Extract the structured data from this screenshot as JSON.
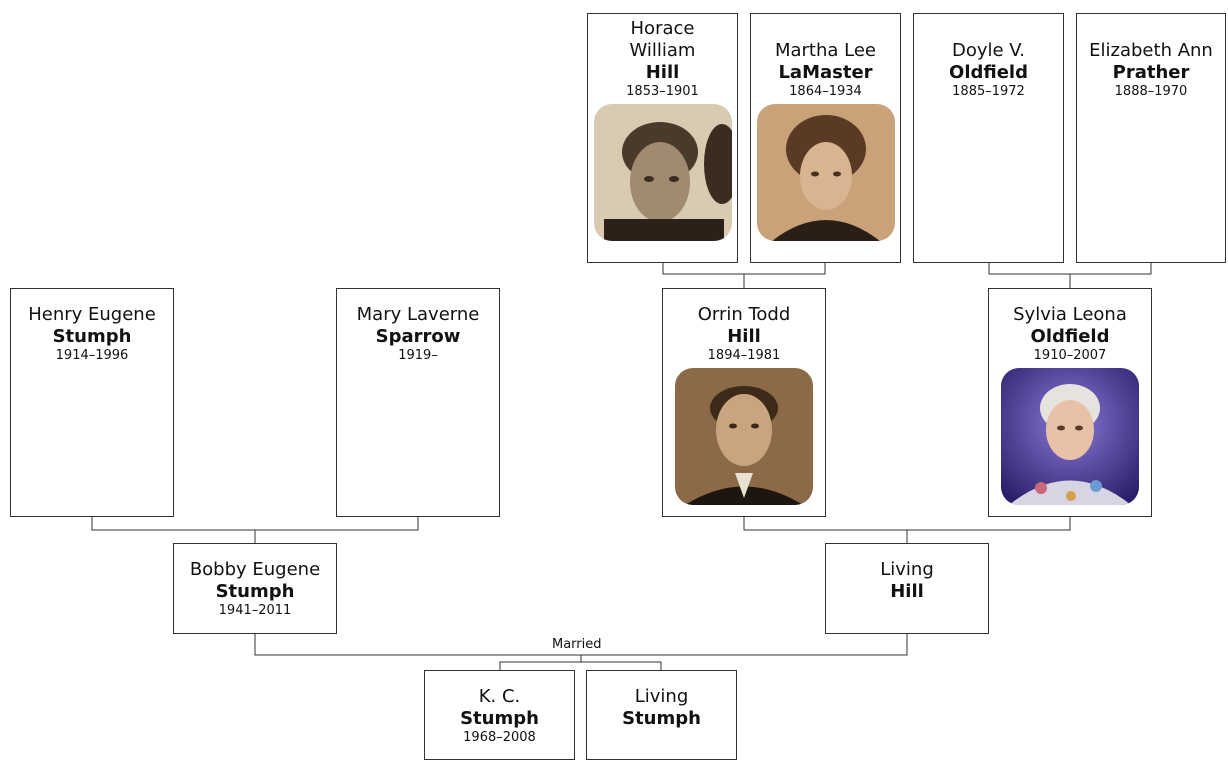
{
  "people": {
    "horace": {
      "given": "Horace William",
      "surname": "Hill",
      "dates": "1853–1901",
      "photo": "portrait-photo-man-sepia"
    },
    "martha": {
      "given": "Martha Lee",
      "surname": "LaMaster",
      "dates": "1864–1934",
      "photo": "portrait-photo-woman-sepia"
    },
    "doyle": {
      "given": "Doyle V.",
      "surname": "Oldfield",
      "dates": "1885–1972"
    },
    "elizabeth": {
      "given": "Elizabeth Ann",
      "surname": "Prather",
      "dates": "1888–1970"
    },
    "henry": {
      "given": "Henry Eugene",
      "surname": "Stumph",
      "dates": "1914–1996"
    },
    "mary": {
      "given": "Mary Laverne",
      "surname": "Sparrow",
      "dates": "1919–"
    },
    "orrin": {
      "given": "Orrin Todd",
      "surname": "Hill",
      "dates": "1894–1981",
      "photo": "portrait-photo-young-man-sepia"
    },
    "sylvia": {
      "given": "Sylvia Leona",
      "surname": "Oldfield",
      "dates": "1910–2007",
      "photo": "portrait-photo-elderly-woman-color"
    },
    "bobby": {
      "given": "Bobby Eugene",
      "surname": "Stumph",
      "dates": "1941–2011"
    },
    "livinghill": {
      "given": "Living",
      "surname": "Hill",
      "dates": ""
    },
    "kc": {
      "given": "K. C.",
      "surname": "Stumph",
      "dates": "1968–2008"
    },
    "livingstumph": {
      "given": "Living",
      "surname": "Stumph",
      "dates": ""
    }
  },
  "relationship_label": "Married",
  "colors": {
    "border": "#333333",
    "line": "#333333",
    "background": "#ffffff"
  }
}
